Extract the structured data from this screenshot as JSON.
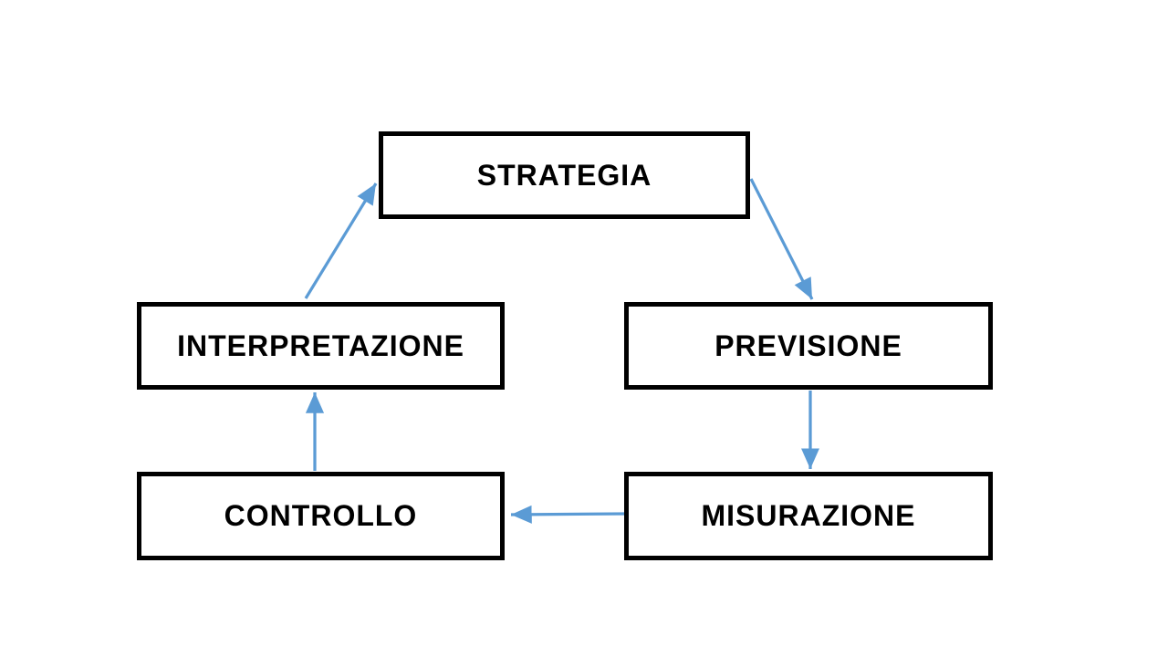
{
  "diagram": {
    "name": "management-control-cycle",
    "nodes": [
      {
        "id": "strategia",
        "label": "STRATEGIA"
      },
      {
        "id": "interpretazione",
        "label": "INTERPRETAZIONE"
      },
      {
        "id": "previsione",
        "label": "PREVISIONE"
      },
      {
        "id": "controllo",
        "label": "CONTROLLO"
      },
      {
        "id": "misurazione",
        "label": "MISURAZIONE"
      }
    ],
    "edges": [
      {
        "from": "strategia",
        "to": "previsione"
      },
      {
        "from": "previsione",
        "to": "misurazione"
      },
      {
        "from": "misurazione",
        "to": "controllo"
      },
      {
        "from": "controllo",
        "to": "interpretazione"
      },
      {
        "from": "interpretazione",
        "to": "strategia"
      }
    ]
  },
  "colors": {
    "arrow": "#5B9BD5",
    "box_border": "#000000",
    "box_fill": "#FFFFFF",
    "text": "#000000",
    "background": "#FFFFFF"
  }
}
